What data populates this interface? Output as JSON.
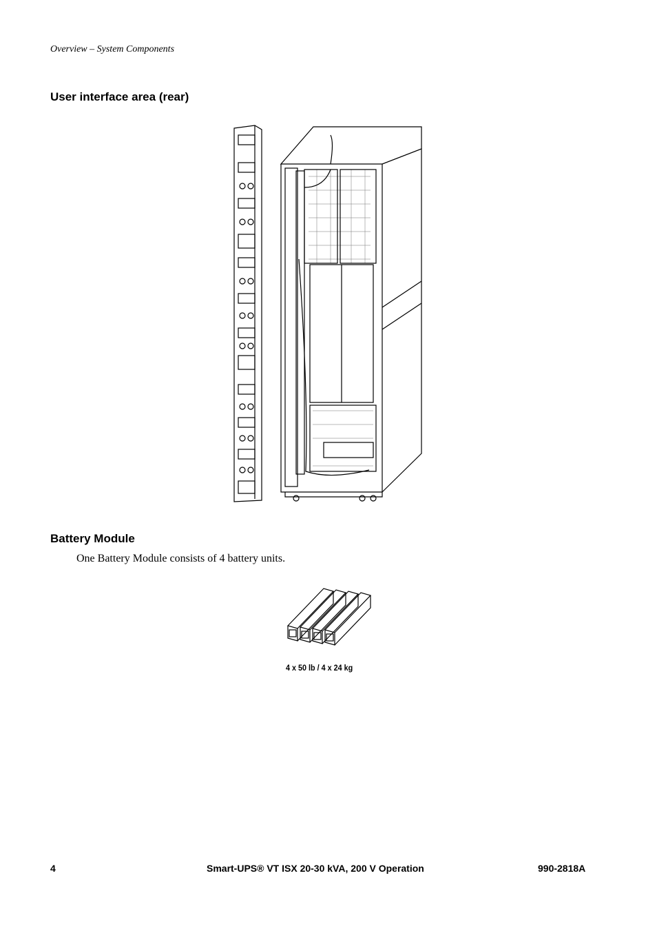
{
  "header": {
    "running_title": "Overview – System Components"
  },
  "sections": {
    "rear": {
      "heading": "User interface area (rear)"
    },
    "battery": {
      "heading": "Battery Module",
      "body": "One Battery Module consists of 4 battery units.",
      "caption": "4 x 50 lb / 4 x 24 kg"
    }
  },
  "footer": {
    "page_number": "4",
    "product_title": "Smart-UPS® VT ISX 20-30 kVA, 200 V Operation",
    "doc_number": "990-2818A"
  }
}
